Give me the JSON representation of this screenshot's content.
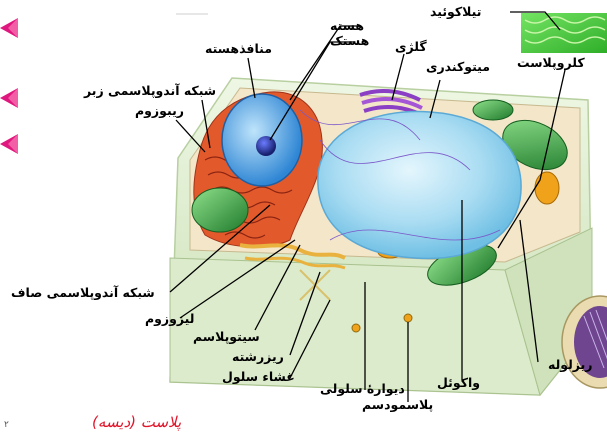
{
  "labels": {
    "thylakoid": "تیلاکوئید",
    "nucleus": "هسته",
    "nucleolus": "هستک",
    "nuclear_pore": "منافذهسته",
    "golgi": "گلژی",
    "mitochondria": "میتوکندری",
    "chloroplast": "کلروپلاست",
    "rough_er": "شبکه آندوپلاسمی زبر",
    "ribosome": "ریبوزوم",
    "smooth_er": "شبکه آندوپلاسمی صاف",
    "lysosome": "لیزوزوم",
    "cytoplasm": "سیتوپلاسم",
    "microfilament": "ریزرشته",
    "cell_membrane": "غشاء سلول",
    "cell_wall": "دیوارهٔ سلولی",
    "plasmodesma": "پلاسمودسم",
    "vacuole": "واکوئل",
    "microtubule": "ریزلوله"
  },
  "caption": "پلاست (دیسه)",
  "page_number": "۲",
  "nav_arrows": [
    "arrow-left-icon",
    "arrow-left-icon",
    "arrow-left-icon"
  ],
  "colors": {
    "nav_arrow": "#e0177f",
    "caption": "#e0142a",
    "vacuole": "#a9dcf2",
    "nucleus": "#4aa6e6",
    "chloroplast": "#2e9a3e",
    "rough_er": "#d9542a",
    "cell_wall": "#dfeecf",
    "thylakoid_fill": "#4ccf39"
  }
}
